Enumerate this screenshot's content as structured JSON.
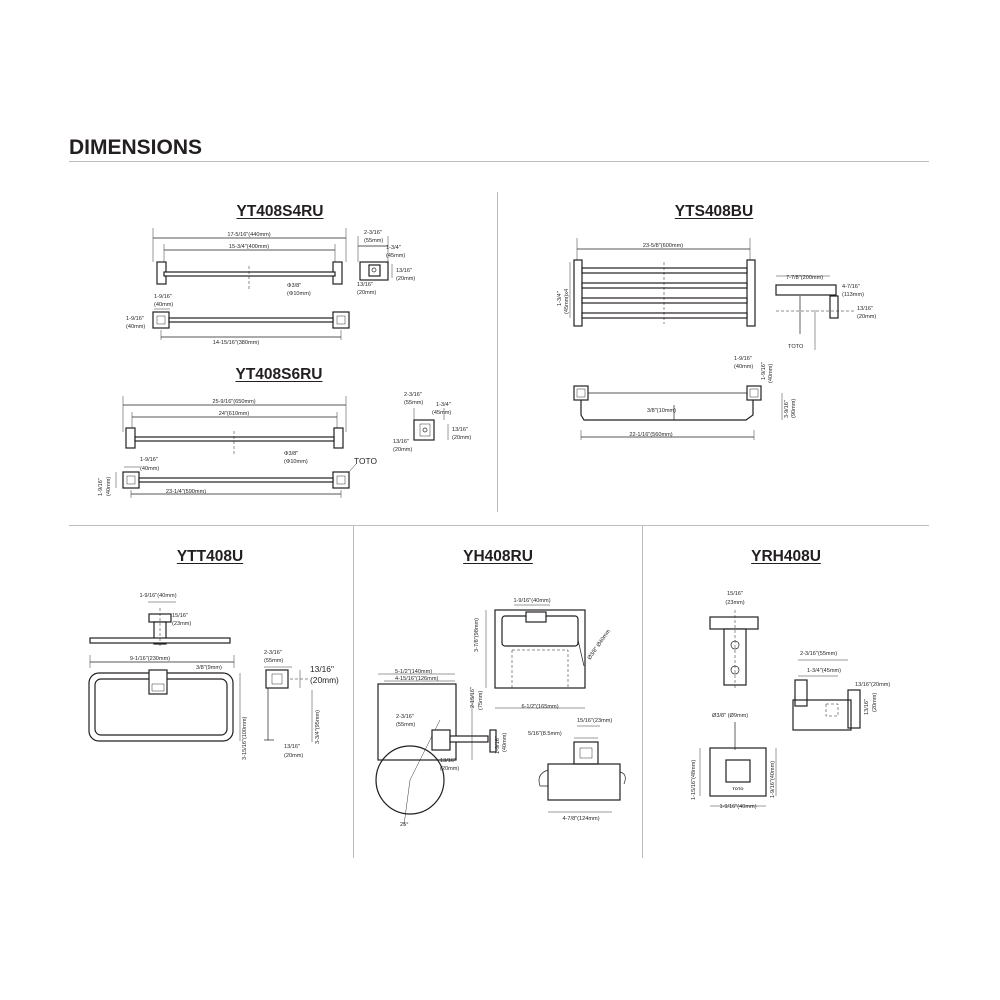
{
  "heading": "DIMENSIONS",
  "models": {
    "a": "YT408S4RU",
    "b": "YTS408BU",
    "c": "YT408S6RU",
    "d": "YTT408U",
    "e": "YH408RU",
    "f": "YRH408U"
  },
  "yt408s4ru": {
    "d_total": "17-5/16\"(440mm)",
    "d_inner": "15-3/4\"(400mm)",
    "d_proj": "2-3/16\"",
    "d_proj_mm": "(55mm)",
    "d_depth": "1-3/4\"",
    "d_depth_mm": "(45mm)",
    "d_side": "13/16\"",
    "d_side_mm": "(20mm)",
    "d_side2": "13/16\"",
    "d_side2_mm": "(20mm)",
    "d_rod": "Φ3/8\"",
    "d_rod_mm": "(Φ10mm)",
    "d_plate": "1-9/16\"",
    "d_plate_mm": "(40mm)",
    "d_plate_v": "1-9/16\"",
    "d_plate_v_mm": "(40mm)",
    "d_centers": "14-15/16\"(380mm)"
  },
  "yt408s6ru": {
    "d_total": "25-9/16\"(650mm)",
    "d_inner": "24\"(610mm)",
    "d_rod": "Φ3/8\"",
    "d_rod_mm": "(Φ10mm)",
    "d_proj": "2-3/16\"",
    "d_proj_mm": "(55mm)",
    "d_depth": "1-3/4\"",
    "d_depth_mm": "(45mm)",
    "d_side": "13/16\"",
    "d_side_mm": "(20mm)",
    "d_side2": "13/16\"",
    "d_side2_mm": "(20mm)",
    "d_plate": "1-9/16\"",
    "d_plate_mm": "(40mm)",
    "d_plate_v": "1-9/16\"",
    "d_plate_v_mm": "(40mm)",
    "d_centers": "23-1/4\"(590mm)",
    "logo": "TOTO"
  },
  "yts408bu": {
    "d_width": "23-5/8\"(600mm)",
    "d_rails": "1-3/4\"",
    "d_rails_mm": "(45mm)x4",
    "d_depth": "7-7/8\"(200mm)",
    "d_bracket": "4-7/16\"",
    "d_bracket_mm": "(113mm)",
    "d_side": "13/16\"",
    "d_side_mm": "(20mm)",
    "logo": "TOTO",
    "d_plate": "1-9/16\"",
    "d_plate_mm": "(40mm)",
    "d_plate_v": "1-9/16\"",
    "d_plate_v_mm": "(40mm)",
    "d_drop": "3-9/16\"",
    "d_drop_mm": "(90mm)",
    "d_bar": "3/8\"(10mm)",
    "d_centers": "22-1/16\"(560mm)"
  },
  "ytt408u": {
    "d_plate": "1-9/16\"(40mm)",
    "d_small": "15/16\"",
    "d_small_mm": "(23mm)",
    "d_width": "9-1/16\"(230mm)",
    "d_bar": "3/8\"(9mm)",
    "d_height": "3-15/16\"(100mm)",
    "d_proj": "2-3/16\"",
    "d_proj_mm": "(55mm)",
    "d_side": "13/16\"",
    "d_side_mm": "(20mm)",
    "d_drop": "3-3/4\"(95mm)",
    "d_side2": "13/16\"",
    "d_side2_mm": "(20mm)"
  },
  "yh408ru": {
    "d_plate": "1-9/16\"(40mm)",
    "d_height": "3-7/8\"(98mm)",
    "d_roll": "Ø3/8\"  Ø40mm",
    "d_cover": "6-1/2\"(165mm)",
    "d_a": "5-1/2\"(140mm)",
    "d_b": "4-15/16\"(126mm)",
    "d_c": "2-15/16\"",
    "d_c_mm": "(75mm)",
    "d_proj": "2-3/16\"",
    "d_proj_mm": "(55mm)",
    "d_side": "13/16\"",
    "d_side_mm": "(20mm)",
    "d_plate_v": "1-9/16\"",
    "d_plate_v_mm": "(40mm)",
    "d_angle": "25°",
    "d_top": "15/16\"(23mm)",
    "d_depth": "5/16\"(8.5mm)",
    "d_bottom": "4-7/8\"(124mm)"
  },
  "yrh408u": {
    "d_top": "15/16\"",
    "d_top_mm": "(23mm)",
    "d_proj": "2-3/16\"(55mm)",
    "d_depth": "1-3/4\"(45mm)",
    "d_side": "13/16\"(20mm)",
    "d_side_v": "13/16\"",
    "d_side_v_mm": "(20mm)",
    "d_hook": "Ø3/8\"  (Ø9mm)",
    "d_height": "1-15/16\"(48mm)",
    "d_plate_v": "1-9/16\"(40mm)",
    "d_plate": "1-9/16\"(40mm)",
    "logo": "TOTO"
  }
}
